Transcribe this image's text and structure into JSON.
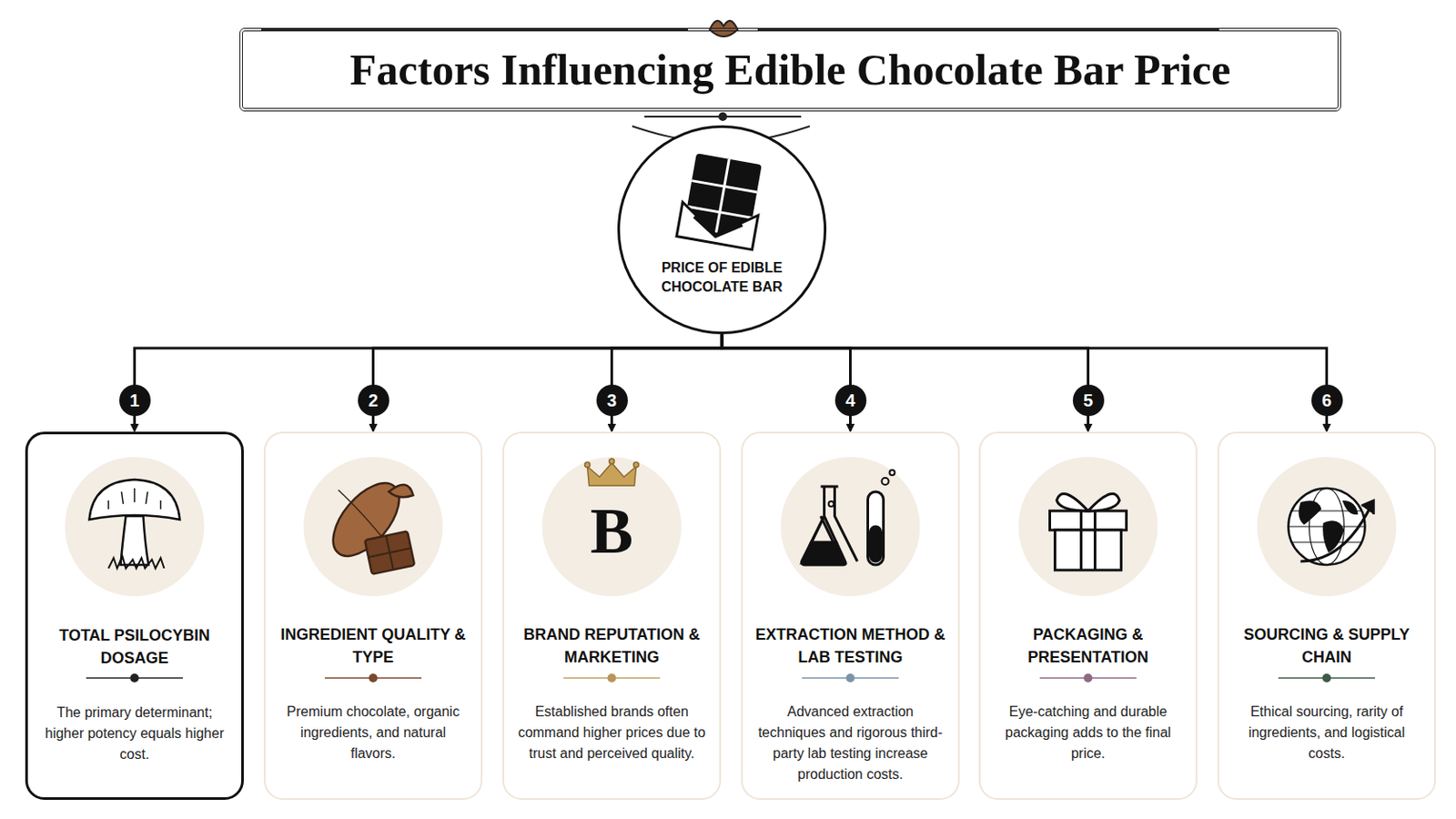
{
  "diagram": {
    "title": "Factors Influencing Edible Chocolate Bar Price",
    "nodes": [
      {
        "text": [
          "Factors Influencing Edible Chocolate Bar Price"
        ]
      },
      {
        "text": [
          "PRICE OF EDIBLE CHOCOLATE BAR"
        ]
      },
      {
        "text": [
          "TOTAL PSILOCYBIN DOSAGE",
          "The primary determinant; higher potency equals higher cost."
        ]
      },
      {
        "text": [
          "INGREDIENT QUALITY & TYPE",
          "Premium chocolate, organic ingredients, and natural flavors."
        ]
      },
      {
        "text": [
          "BRAND REPUTATION & MARKETING",
          "Established brands often command higher prices due to trust and perceived quality."
        ]
      },
      {
        "text": [
          "EXTRACTION METHOD & LAB TESTING",
          "Advanced extraction techniques and rigorous third-party lab testing increase production costs."
        ]
      },
      {
        "text": [
          "PACKAGING & PRESENTATION",
          "Eye-catching and durable packaging adds to the final price."
        ]
      },
      {
        "text": [
          "SOURCING & SUPPLY CHAIN",
          "Ethical sourcing, rarity of ingredients, and logistical costs."
        ]
      }
    ],
    "edges": [
      {
        "from": 1,
        "to": 2,
        "arrow": "to"
      },
      {
        "from": 1,
        "to": 3,
        "arrow": "to"
      },
      {
        "from": 1,
        "to": 4,
        "arrow": "to"
      },
      {
        "from": 1,
        "to": 5,
        "arrow": "to"
      },
      {
        "from": 1,
        "to": 6,
        "arrow": "to"
      },
      {
        "from": 1,
        "to": 7,
        "arrow": "to"
      }
    ],
    "labels": [
      "1",
      "2",
      "3",
      "4",
      "5",
      "6",
      "B"
    ]
  }
}
